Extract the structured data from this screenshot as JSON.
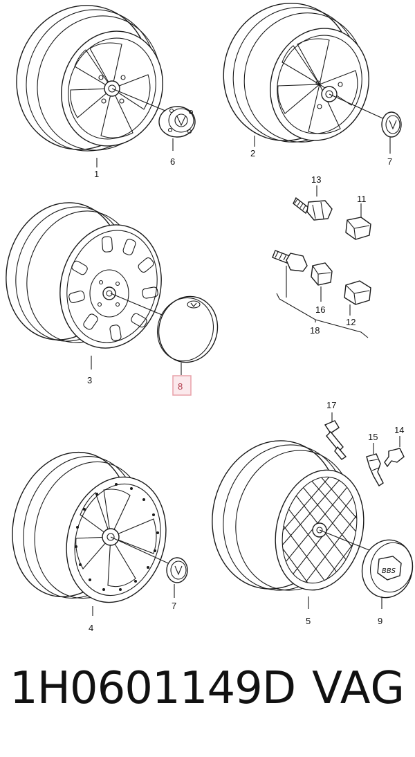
{
  "diagram": {
    "labels": {
      "l1": "1",
      "l2": "2",
      "l3": "3",
      "l4": "4",
      "l5": "5",
      "l6": "6",
      "l7a": "7",
      "l7b": "7",
      "l8": "8",
      "l9": "9",
      "l11": "11",
      "l12": "12",
      "l13": "13",
      "l14": "14",
      "l15": "15",
      "l16": "16",
      "l17": "17",
      "l18": "18"
    },
    "cap_logo": "BBS",
    "highlight_color": "#e8a0a8",
    "highlight_fill": "#fbe9ec"
  },
  "footer": {
    "part_number": "1H0601149D",
    "brand": "VAG"
  }
}
